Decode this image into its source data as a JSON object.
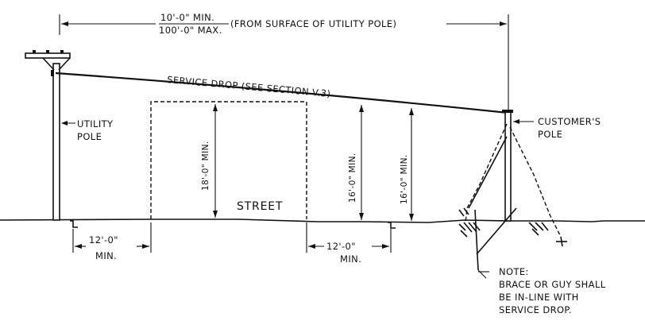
{
  "top_dimension": {
    "min": "10'-0\" MIN.",
    "max": "100'-0\" MAX.",
    "note": "(FROM SURFACE OF UTILITY POLE)"
  },
  "service_drop": "SERVICE DROP (SEE SECTION V.3)",
  "utility_pole": {
    "line1": "UTILITY",
    "line2": "POLE"
  },
  "customer_pole": {
    "line1": "CUSTOMER'S",
    "line2": "POLE"
  },
  "street_clearance": "18'-0\" MIN.",
  "street": "STREET",
  "clearance_mid": "16'-0\" MIN.",
  "clearance_right": "16'-0\" MIN.",
  "setback_left": {
    "value": "12'-0\"",
    "unit": "MIN."
  },
  "setback_right": {
    "value": "12'-0\"",
    "unit": "MIN."
  },
  "note": {
    "heading": "NOTE:",
    "line1": "BRACE OR GUY SHALL",
    "line2": "BE IN-LINE WITH",
    "line3": "SERVICE DROP."
  }
}
